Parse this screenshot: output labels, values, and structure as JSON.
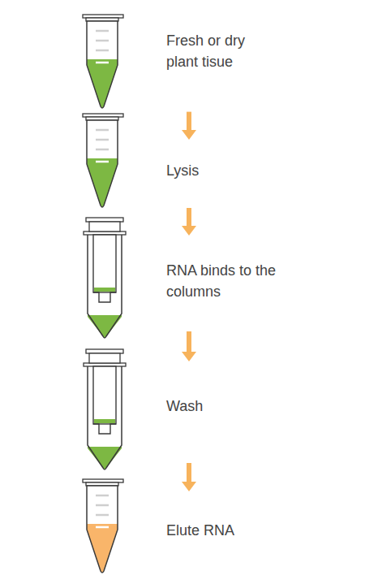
{
  "diagram": {
    "nodes": [
      {
        "text": [
          "Fresh or dry plant tisue"
        ]
      },
      {
        "text": [
          "Lysis"
        ]
      },
      {
        "text": [
          "RNA binds to the columns"
        ]
      },
      {
        "text": [
          "Wash"
        ]
      },
      {
        "text": [
          "Elute RNA"
        ]
      }
    ],
    "edges": [
      {
        "from": 0,
        "to": 1,
        "arrow": "to"
      },
      {
        "from": 1,
        "to": 2,
        "arrow": "to"
      },
      {
        "from": 2,
        "to": 3,
        "arrow": "to"
      },
      {
        "from": 3,
        "to": 4,
        "arrow": "to"
      }
    ]
  }
}
